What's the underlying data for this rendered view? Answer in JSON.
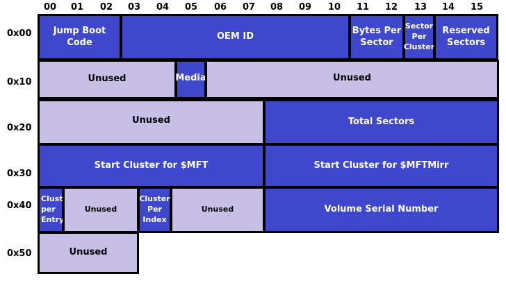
{
  "columns": [
    "00",
    "01",
    "02",
    "03",
    "04",
    "05",
    "06",
    "07",
    "08",
    "09",
    "10",
    "11",
    "12",
    "13",
    "14",
    "15"
  ],
  "rows": [
    "0x00",
    "0x10",
    "0x20",
    "0x30",
    "0x40",
    "0x50"
  ],
  "fields": {
    "jump_boot_code": "Jump Boot Code",
    "oem_id": "OEM ID",
    "bytes_per_sector": "Bytes Per Sector",
    "sectors_per_cluster": "Sector Per Cluster",
    "reserved_sectors": "Reserved Sectors",
    "unused_10a": "Unused",
    "media": "Media",
    "unused_10b": "Unused",
    "unused_20": "Unused",
    "total_sectors": "Total Sectors",
    "start_cluster_mft": "Start Cluster for $MFT",
    "start_cluster_mftmirr": "Start Cluster for $MFTMirr",
    "cluster_per_entry": "Cluster per Entry",
    "unused_40a": "Unused",
    "cluster_per_index": "Cluster Per Index",
    "unused_40b": "Unused",
    "volume_serial_number": "Volume Serial Number",
    "unused_50": "Unused"
  },
  "colors": {
    "field": "#3f48cc",
    "unused": "#c8bfe7",
    "border": "#000000"
  }
}
